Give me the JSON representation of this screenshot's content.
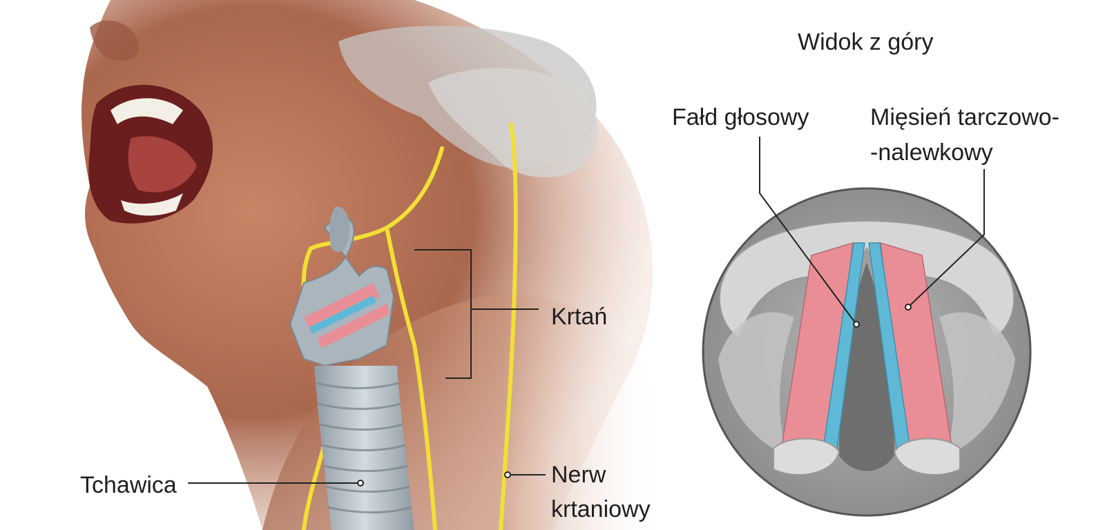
{
  "view_title": "Widok z góry",
  "labels": {
    "vocal_fold": "Fałd głosowy",
    "muscle_line1": "Mięsień tarczowo-",
    "muscle_line2": "-nalewkowy",
    "larynx": "Krtań",
    "trachea": "Tchawica",
    "nerve_line1": "Nerw",
    "nerve_line2": "krtaniowy"
  },
  "colors": {
    "skin": "#b8745a",
    "cartilage": "#b9c4cc",
    "nerve": "#f2df36",
    "muscle": "#e98e96",
    "vocal_fold": "#5fb9d6",
    "inset_bg": "#9a9a9a"
  }
}
